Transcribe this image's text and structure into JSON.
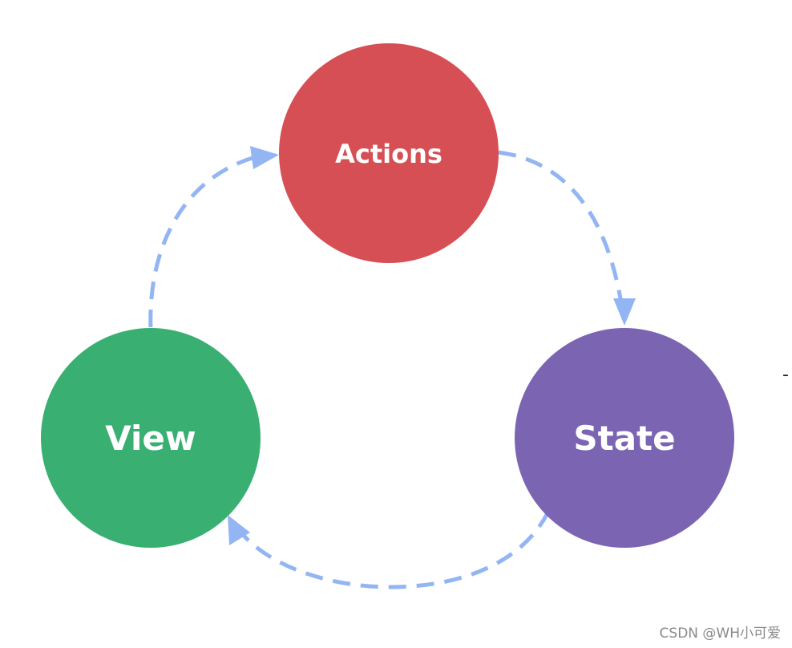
{
  "nodes": {
    "actions": {
      "label": "Actions",
      "color": "#d64f55"
    },
    "state": {
      "label": "State",
      "color": "#7b65b3"
    },
    "view": {
      "label": "View",
      "color": "#3aaf72"
    }
  },
  "arrow_color": "#93b5f3",
  "stray_mark": "-",
  "watermark": "CSDN @WH小可爱"
}
